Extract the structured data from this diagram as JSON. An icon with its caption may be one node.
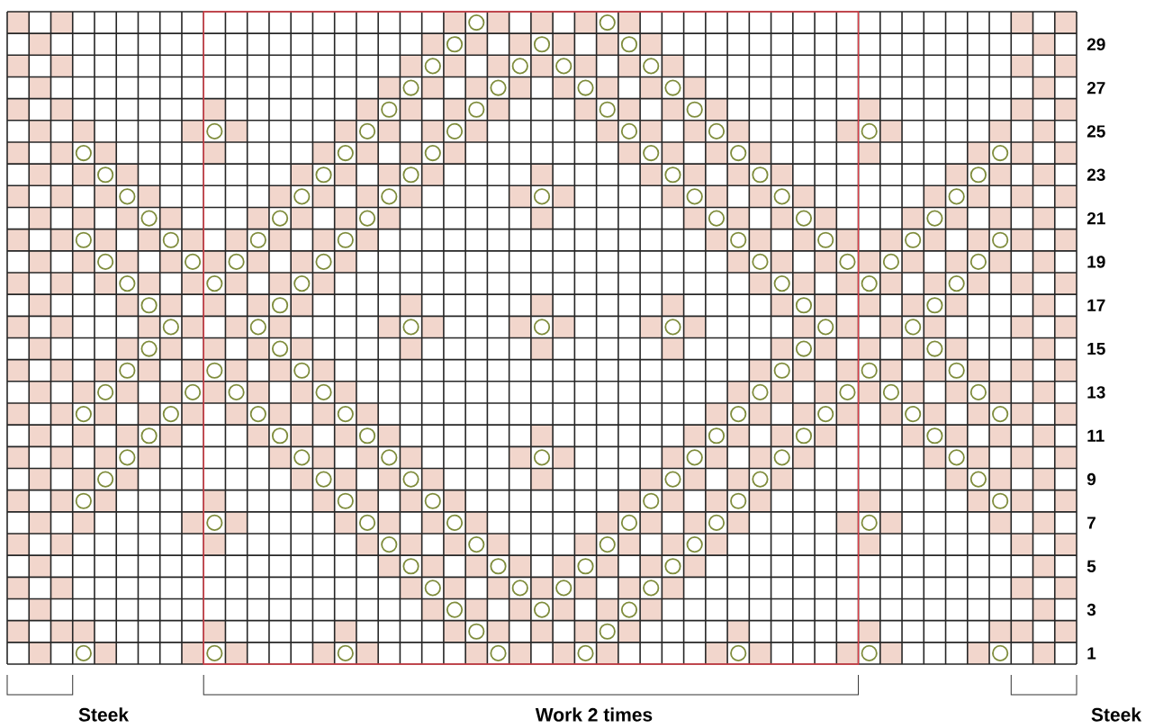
{
  "diagram": {
    "labels": [
      "29",
      "27",
      "25",
      "23",
      "21",
      "19",
      "17",
      "15",
      "13",
      "11",
      "9",
      "7",
      "5",
      "3",
      "1",
      "Steek",
      "Work 2 times",
      "Steek"
    ]
  }
}
